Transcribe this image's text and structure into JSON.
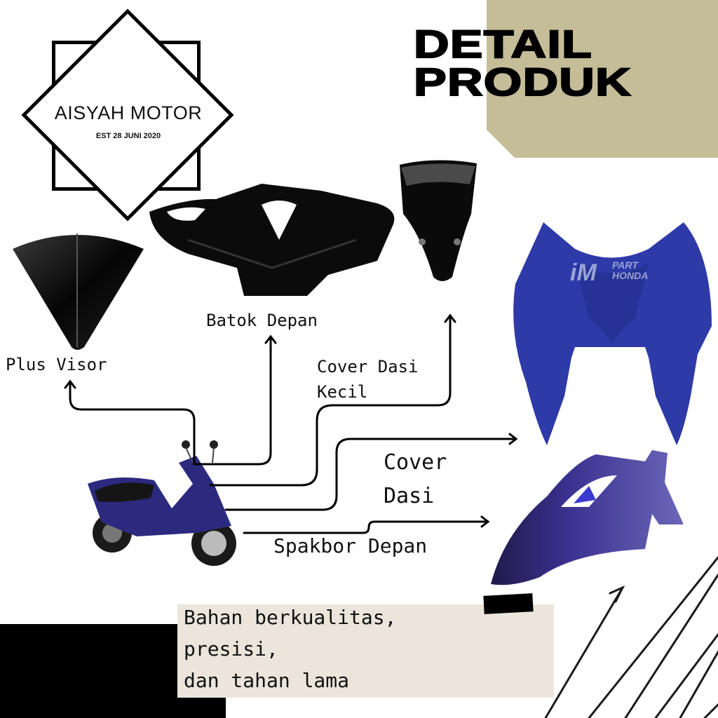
{
  "header": {
    "title_line1": "DETAIL",
    "title_line2": "PRODUK",
    "accent_color": "#c4bd98"
  },
  "logo": {
    "name": "AISYAH MOTOR",
    "established": "EST 28 JUNI 2020"
  },
  "parts": [
    {
      "label": "Plus Visor",
      "color": "black"
    },
    {
      "label": "Batok Depan",
      "color": "black"
    },
    {
      "label": "Cover Dasi Kecil",
      "line1": "Cover Dasi",
      "line2": "Kecil",
      "color": "black"
    },
    {
      "label": "Cover Dasi",
      "line1": "Cover",
      "line2": "Dasi",
      "color": "blue",
      "watermark_brand": "iM",
      "watermark_line1": "PART",
      "watermark_line2": "HONDA"
    },
    {
      "label": "Spakbor Depan",
      "color": "blue"
    }
  ],
  "note": {
    "line1": "Bahan berkualitas,",
    "line2": "presisi,",
    "line3": "dan tahan lama",
    "background": "#ebe5db"
  }
}
